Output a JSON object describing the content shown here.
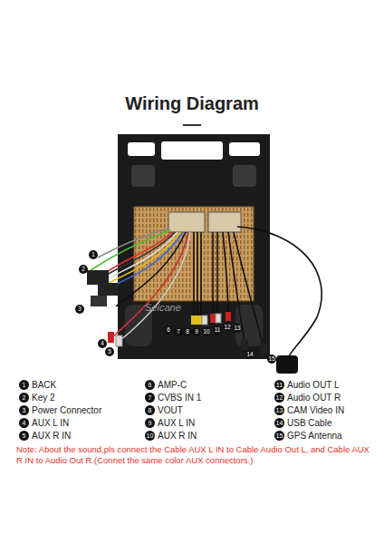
{
  "diagram": {
    "title": "Wiring Diagram",
    "labels": [
      "1",
      "2",
      "3",
      "4",
      "5",
      "6",
      "7",
      "8",
      "9",
      "10",
      "11",
      "12",
      "13",
      "14",
      "15",
      "Seicane",
      "1",
      "BACK",
      "2",
      "Key 2",
      "3",
      "Power Connector",
      "4",
      "AUX L IN",
      "5",
      "AUX R IN",
      "6",
      "AMP-C",
      "7",
      "CVBS IN 1",
      "8",
      "VOUT",
      "9",
      "AUX L IN",
      "10",
      "AUX R IN",
      "11",
      "Audio OUT L",
      "12",
      "Audio OUT R",
      "13",
      "CAM Video IN",
      "14",
      "USB Cable",
      "15",
      "GPS Antenna",
      "Note: About the sound,pls connect the Cable AUX L IN to Cable Audio Out L, and Cable AUX R IN to Audio Out R.(Connet the same color AUX connectors.)"
    ]
  }
}
